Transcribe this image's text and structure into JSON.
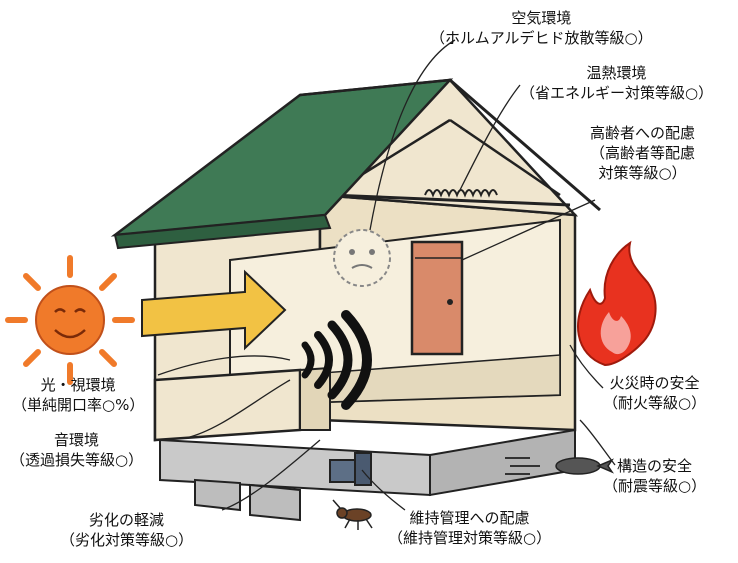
{
  "labels": {
    "air": [
      "空気環境",
      "（ホルムアルデヒド放散等級○）"
    ],
    "thermal": [
      "温熱環境",
      "（省エネルギー対策等級○）"
    ],
    "elderly": [
      "高齢者への配慮",
      "（高齢者等配慮",
      "対策等級○）"
    ],
    "light": [
      "光・視環境",
      "（単純開口率○%）"
    ],
    "sound": [
      "音環境",
      "（透過損失等級○）"
    ],
    "fire": [
      "火災時の安全",
      "（耐火等級○）"
    ],
    "structure": [
      "構造の安全",
      "（耐震等級○）"
    ],
    "degradation": [
      "劣化の軽減",
      "（劣化対策等級○）"
    ],
    "maintenance": [
      "維持管理への配慮",
      "（維持管理対策等級○）"
    ]
  },
  "icons": [
    "sun-icon",
    "light-arrow-icon",
    "sound-waves-icon",
    "fire-icon",
    "air-cloud-icon",
    "door-icon",
    "pipe-icon",
    "termite-icon",
    "earthquake-creature-icon",
    "insulation-coil-icon"
  ],
  "colors": {
    "roof": "#3f7a55",
    "wall": "#f0e6cf",
    "foundation": "#c9c9c9",
    "door": "#d98a6a",
    "sun": "#f07a2a",
    "fire": "#e8321f",
    "arrow": "#f2c244"
  }
}
